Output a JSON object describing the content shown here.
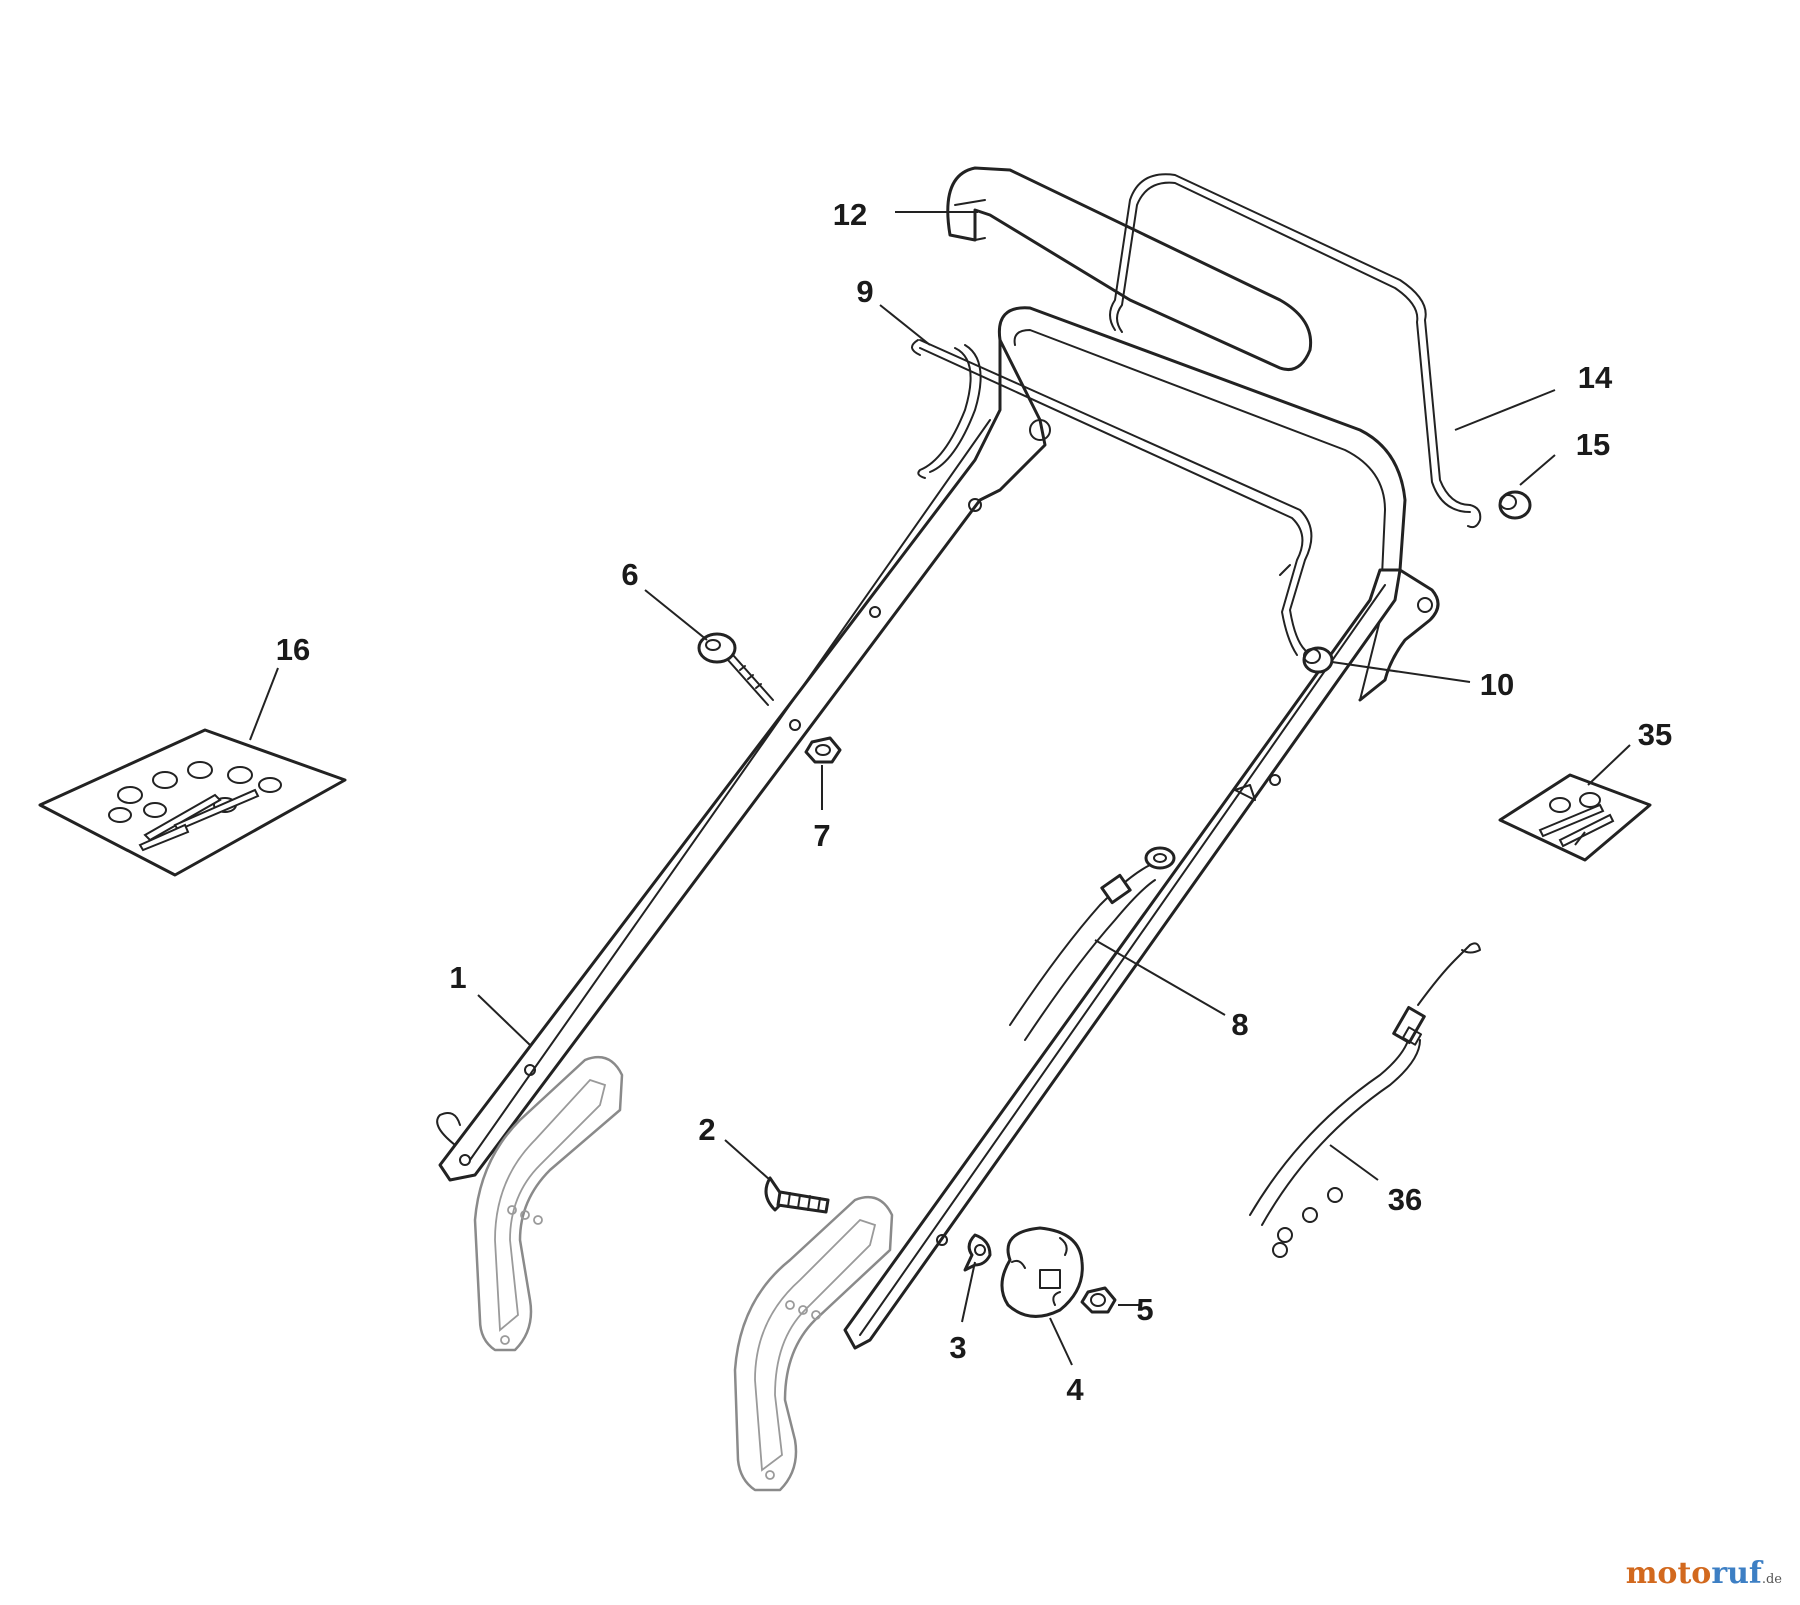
{
  "diagram": {
    "parts": [
      {
        "id": "p1",
        "label": "1",
        "name": "lower-handle-bar"
      },
      {
        "id": "p2",
        "label": "2",
        "name": "carriage-bolt"
      },
      {
        "id": "p3",
        "label": "3",
        "name": "washer"
      },
      {
        "id": "p4",
        "label": "4",
        "name": "handle-knob"
      },
      {
        "id": "p5",
        "label": "5",
        "name": "nut"
      },
      {
        "id": "p6",
        "label": "6",
        "name": "eye-bolt"
      },
      {
        "id": "p7",
        "label": "7",
        "name": "nut"
      },
      {
        "id": "p8",
        "label": "8",
        "name": "control-cable"
      },
      {
        "id": "p9",
        "label": "9",
        "name": "control-lever"
      },
      {
        "id": "p10",
        "label": "10",
        "name": "bushing"
      },
      {
        "id": "p12",
        "label": "12",
        "name": "upper-handle"
      },
      {
        "id": "p14",
        "label": "14",
        "name": "drive-lever"
      },
      {
        "id": "p15",
        "label": "15",
        "name": "bushing"
      },
      {
        "id": "p16",
        "label": "16",
        "name": "hardware-kit"
      },
      {
        "id": "p35",
        "label": "35",
        "name": "hardware-kit"
      },
      {
        "id": "p36",
        "label": "36",
        "name": "drive-cable"
      }
    ]
  },
  "watermark": {
    "part1": "moto",
    "part2": "ruf",
    "tld": ".de"
  },
  "colors": {
    "line": "#222222",
    "faded": "#8a8a8a",
    "brand1": "#d2691e",
    "brand2": "#3d7fc4"
  }
}
